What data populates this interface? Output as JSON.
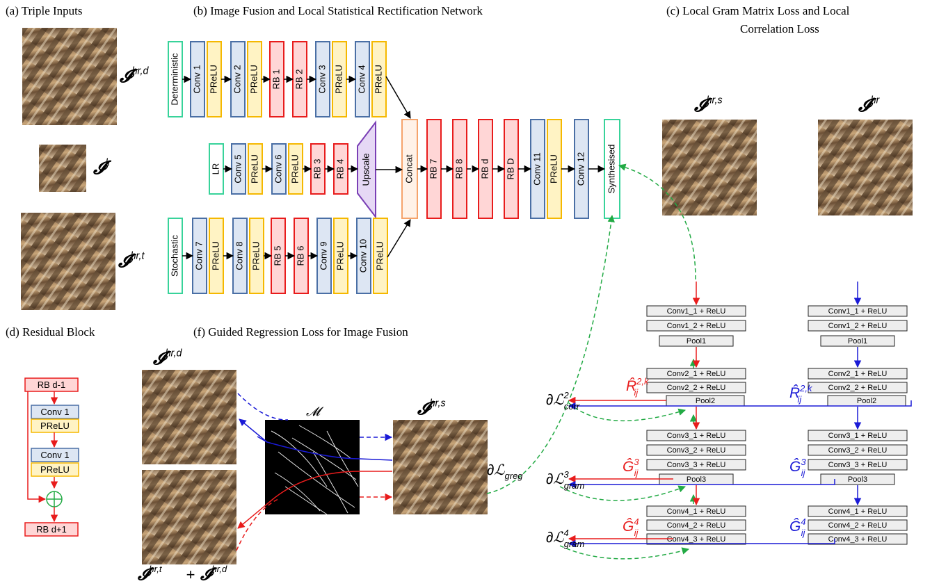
{
  "titles": {
    "a": "(a) Triple Inputs",
    "b": "(b) Image Fusion and Local Statistical Rectification Network",
    "c_line1": "(c) Local Gram Matrix  Loss and Local",
    "c_line2": "Correlation Loss",
    "d": "(d) Residual Block",
    "f": "(f) Guided Regression Loss for Image Fusion"
  },
  "symbols": {
    "hr_d": "𝓘",
    "hr_d_sup": "hr,d",
    "lr": "𝓘",
    "lr_sup": "lr",
    "hr_t": "𝓘",
    "hr_t_sup": "hr,t",
    "hr_s": "𝓘",
    "hr_s_sup": "hr,s",
    "hr": "𝓘",
    "hr_sup": "hr",
    "mask": "𝓜",
    "sum_expr_left": "𝓘",
    "sum_expr_left_sup": "hr,t",
    "sum_plus": " + ",
    "sum_expr_right": "𝓘",
    "sum_expr_right_sup": "hr,d"
  },
  "network": {
    "row1": [
      "Deterministic",
      "Conv 1",
      "PReLU",
      "Conv 2",
      "PReLU",
      "RB 1",
      "RB 2",
      "Conv 3",
      "PReLU",
      "Conv 4",
      "PReLU"
    ],
    "row2": [
      "LR",
      "Conv 5",
      "PReLU",
      "Conv 6",
      "PReLU",
      "RB 3",
      "RB 4",
      "Upscale"
    ],
    "row3": [
      "Stochastic",
      "Conv 7",
      "PReLU",
      "Conv 8",
      "PReLU",
      "RB 5",
      "RB 6",
      "Conv 9",
      "PReLU",
      "Conv 10",
      "PReLU"
    ],
    "trunk": [
      "Concat",
      "RB 7",
      "RB 8",
      "RB d",
      "RB D",
      "Conv 11",
      "PReLU",
      "Conv 12",
      "Synthesised"
    ]
  },
  "vgg": {
    "left": [
      "Conv1_1 + ReLU",
      "Conv1_2 + ReLU",
      "Pool1",
      "Conv2_1 + ReLU",
      "Conv2_2 + ReLU",
      "Pool2",
      "Conv3_1 + ReLU",
      "Conv3_2 + ReLU",
      "Conv3_3 + ReLU",
      "Pool3",
      "Conv4_1 + ReLU",
      "Conv4_2 + ReLU",
      "Conv4_3 + ReLU"
    ],
    "right": [
      "Conv1_1 + ReLU",
      "Conv1_2 + ReLU",
      "Pool1",
      "Conv2_1 + ReLU",
      "Conv2_2 + ReLU",
      "Pool2",
      "Conv3_1 + ReLU",
      "Conv3_2 + ReLU",
      "Conv3_3 + ReLU",
      "Pool3",
      "Conv4_1 + ReLU",
      "Conv4_2 + ReLU",
      "Conv4_3 + ReLU"
    ]
  },
  "losses": {
    "corr2": "∂ℒ",
    "corr2_sup": "2",
    "corr2_sub": "corr",
    "gram3": "∂ℒ",
    "gram3_sup": "3",
    "gram3_sub": "gram",
    "gram4": "∂ℒ",
    "gram4_sup": "4",
    "gram4_sub": "gram",
    "greg": "∂ℒ",
    "greg_sub": "greg",
    "R_left": "R̂",
    "R_left_sup": "2,k",
    "R_left_sub": "ij",
    "R_right": "R̂",
    "R_right_sup": "2,k",
    "R_right_sub": "ij",
    "G3_left": "Ĝ",
    "G3_left_sup": "3",
    "G3_left_sub": "ij",
    "G3_right": "Ĝ",
    "G3_right_sup": "3",
    "G3_right_sub": "ij",
    "G4_left": "Ĝ",
    "G4_left_sup": "4",
    "G4_left_sub": "ij",
    "G4_right": "Ĝ",
    "G4_right_sup": "4",
    "G4_right_sub": "ij"
  },
  "residual": {
    "top": "RB d-1",
    "items": [
      "Conv 1",
      "PReLU",
      "Conv 1",
      "PReLU"
    ],
    "bottom": "RB d+1"
  },
  "colors": {
    "deterministic": "#38d39a",
    "conv_border": "#4a6fa5",
    "conv_fill": "#dde6f3",
    "prelu_border": "#f5b800",
    "prelu_fill": "#fff3c4",
    "rb_border": "#e81c1c",
    "rb_fill": "#ffd6d6",
    "upscale_border": "#7a3fb5",
    "upscale_fill": "#e6d8f5",
    "concat_border": "#f5a36b",
    "concat_fill": "#fff2e8",
    "green_dash": "#22aa44",
    "red_line": "#e81c1c",
    "blue_line": "#1a1ad6",
    "vgg_fill": "#eeeeee"
  }
}
